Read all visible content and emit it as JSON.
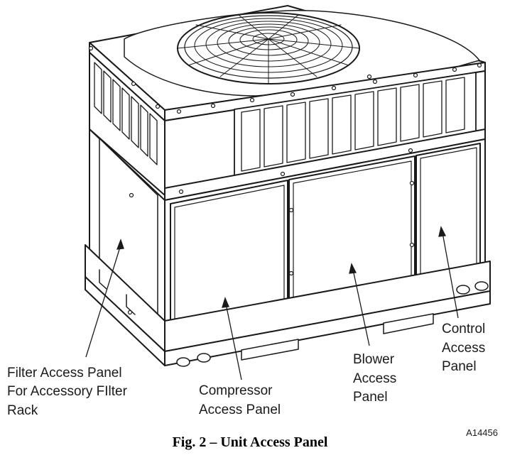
{
  "figure": {
    "caption": "Fig. 2 – Unit Access Panel",
    "id": "A14456"
  },
  "callouts": {
    "filter": {
      "lines": [
        "Filter Access Panel",
        "For Accessory FIlter",
        "Rack"
      ]
    },
    "compressor": {
      "lines": [
        "Compressor",
        "Access Panel"
      ]
    },
    "blower": {
      "lines": [
        "Blower",
        "Access",
        "Panel"
      ]
    },
    "control": {
      "lines": [
        "Control",
        "Access",
        "Panel"
      ]
    }
  },
  "colors": {
    "line": "#1a1a1a",
    "panel_fill": "#ffffff",
    "background": "#ffffff"
  }
}
